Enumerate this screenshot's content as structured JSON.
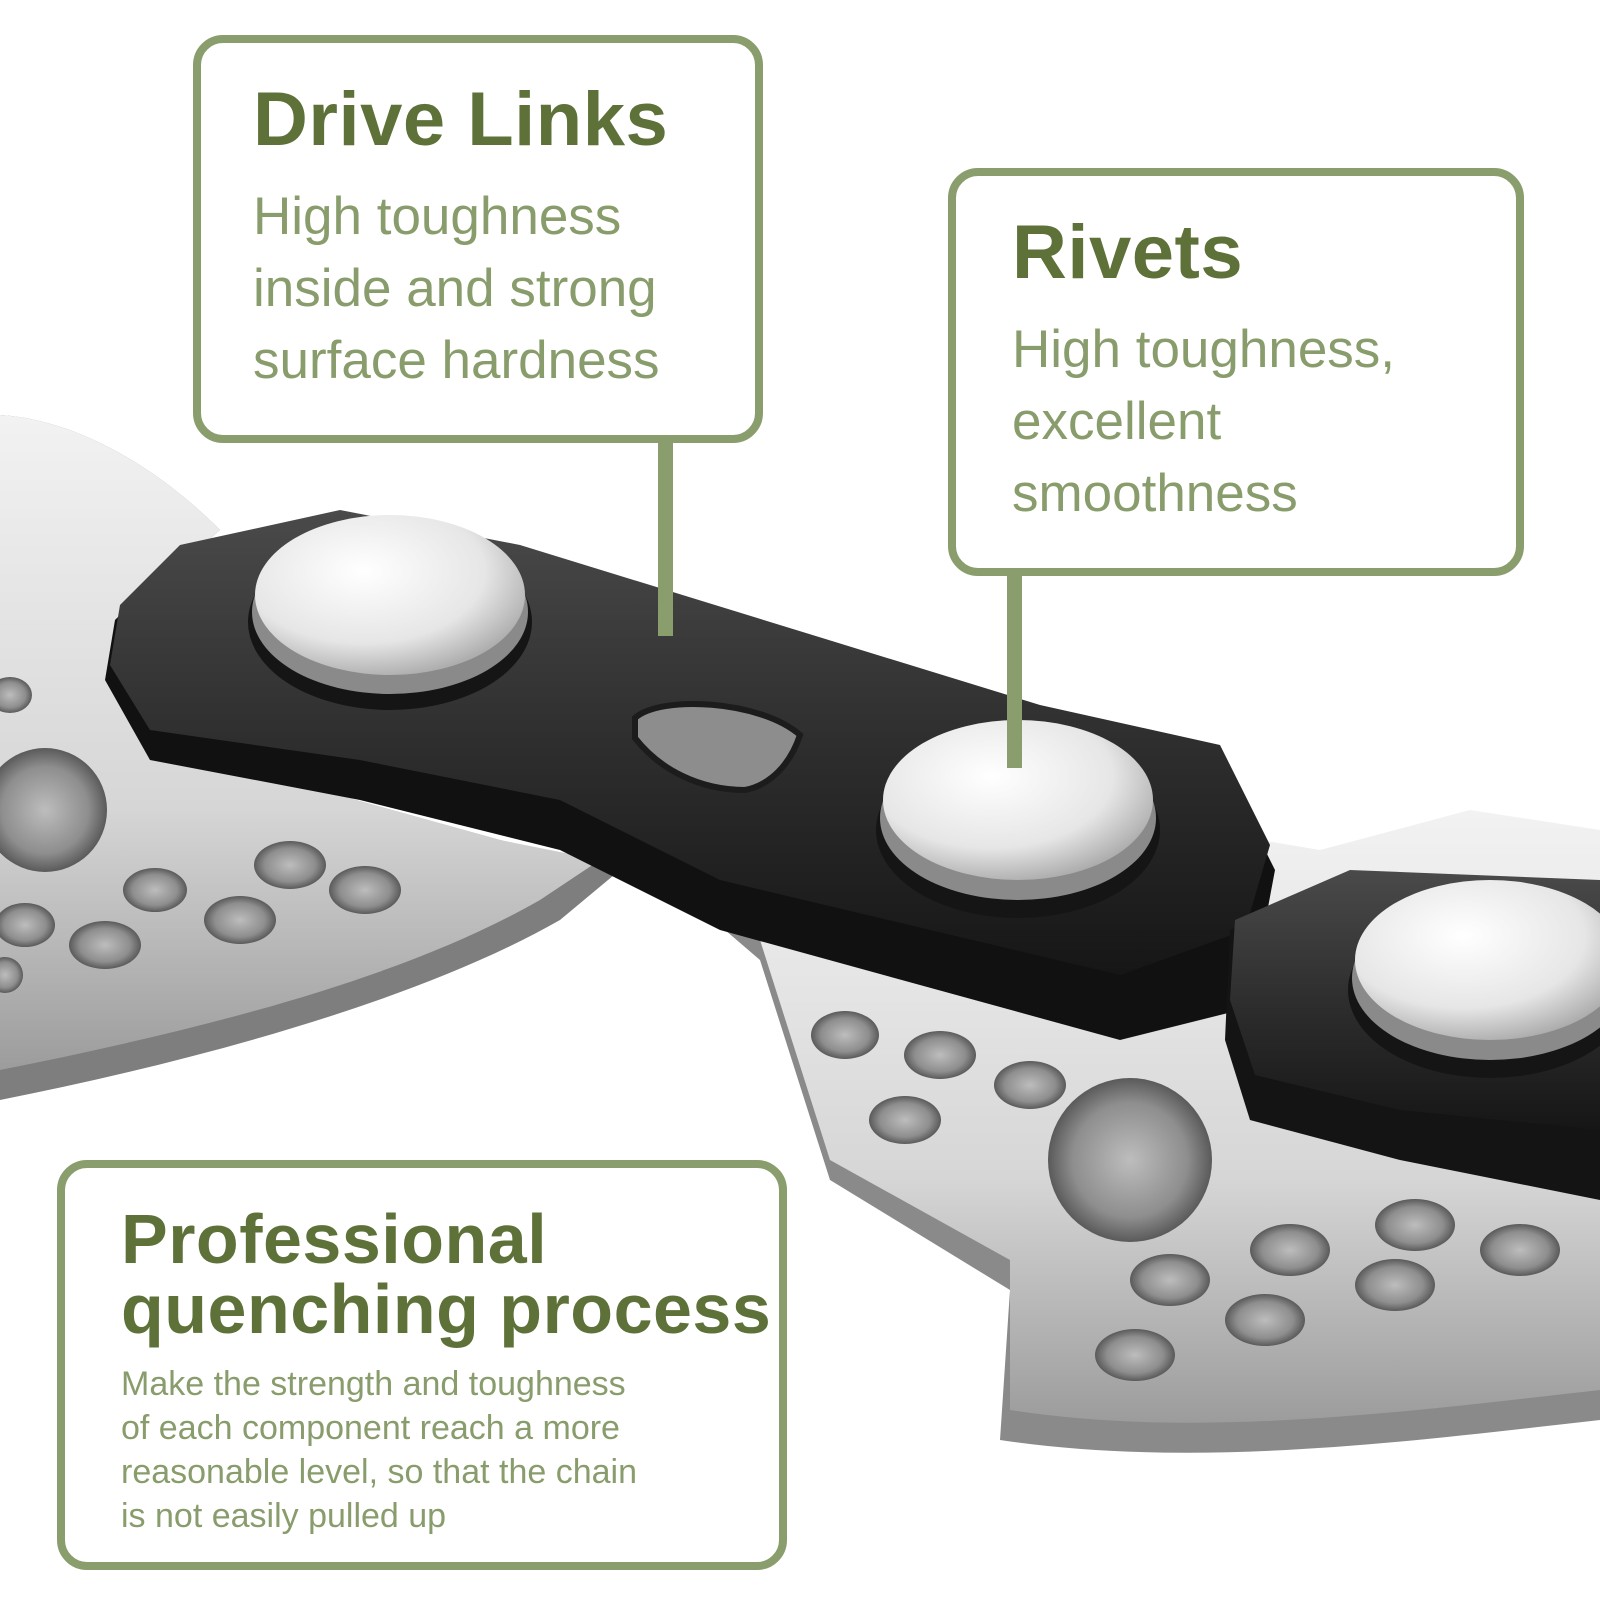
{
  "colors": {
    "accent_border": "#8a9d6c",
    "title_text": "#5d7138",
    "body_text": "#899c6c",
    "dark_link": "#2b2b2b",
    "steel_plate": "#d8d8d8"
  },
  "callouts": {
    "drive_links": {
      "title": "Drive Links",
      "body_lines": [
        "High toughness",
        "inside and strong",
        "surface hardness"
      ]
    },
    "rivets": {
      "title": "Rivets",
      "body_lines": [
        "High toughness,",
        "excellent",
        "smoothness"
      ]
    },
    "quenching": {
      "title_lines": [
        "Professional",
        "quenching process"
      ],
      "body_lines": [
        "Make the strength and toughness",
        "of each component reach a more",
        "reasonable level, so that the chain",
        "is not easily pulled up"
      ]
    }
  },
  "illustration": {
    "subject": "chain-links-closeup",
    "icon": "chain-icon"
  }
}
